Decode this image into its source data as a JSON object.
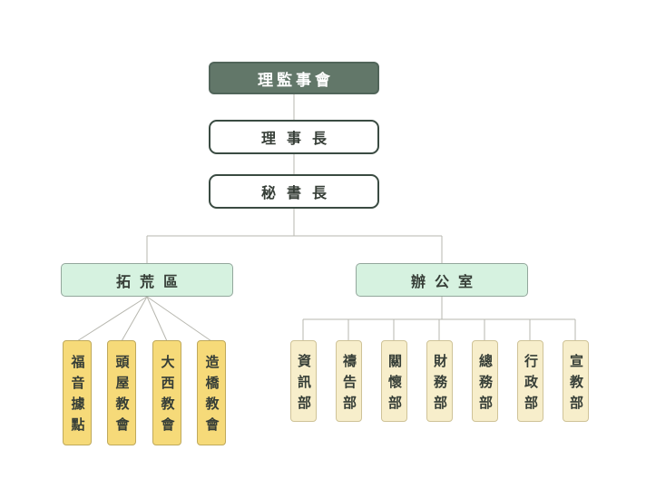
{
  "org": {
    "root": "理監事會",
    "chairman": "理事長",
    "secretary": "秘書長",
    "left_branch": {
      "label": "拓荒區",
      "children": [
        "福音據點",
        "頭屋教會",
        "大西教會",
        "造橋教會"
      ]
    },
    "right_branch": {
      "label": "辦公室",
      "children": [
        "資訊部",
        "禱告部",
        "關懷部",
        "財務部",
        "總務部",
        "行政部",
        "宣教部"
      ]
    }
  },
  "colors": {
    "root_bg": "#627769",
    "root_text": "#ffffff",
    "officer_border": "#3a4b42",
    "branch_bg": "#d6f2e0",
    "branch_border": "#93a79c",
    "dept_pioneer_bg": "#f6da79",
    "dept_pioneer_border": "#bfa95c",
    "dept_office_bg": "#f7eecb",
    "dept_office_border": "#cfc398",
    "connector_line": "#b7b7af"
  }
}
